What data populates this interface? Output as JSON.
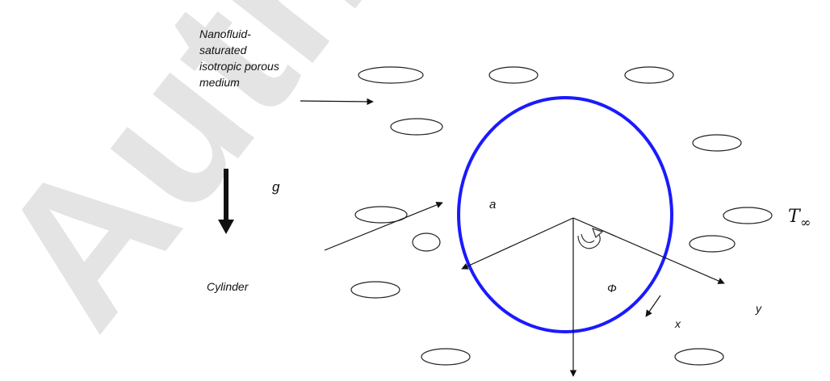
{
  "labels": {
    "medium_line1": "Nanofluid-",
    "medium_line2": "saturated",
    "medium_line3": "isotropic porous",
    "medium_line4": "medium",
    "gravity": "g",
    "cylinder": "Cylinder",
    "radius": "a",
    "phi": "Φ",
    "x_axis": "x",
    "y_axis": "y",
    "ambient_temp": "T",
    "ambient_temp_subscript": "∞"
  },
  "watermark": "Author",
  "colors": {
    "cylinder": "#1a1aff",
    "ink": "#111111",
    "watermark": "#dcdcdc"
  }
}
